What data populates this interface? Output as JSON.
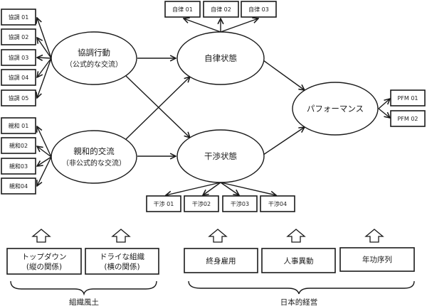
{
  "constructs": {
    "kyocho": {
      "title": "協調行動",
      "subtitle": "（公式的な交流）"
    },
    "shinwa": {
      "title": "親和的交流",
      "subtitle": "（非公式的な交流）"
    },
    "jiritsu": {
      "title": "自律状態"
    },
    "kansho": {
      "title": "干渉状態"
    },
    "performance": {
      "title": "パフォーマンス"
    }
  },
  "indicators": {
    "kyocho": [
      "協調 01",
      "協調 02",
      "協調 03",
      "協調 04",
      "協調 05"
    ],
    "shinwa": [
      "親和 01",
      "親和02",
      "親和03",
      "親和04"
    ],
    "jiritsu": [
      "自律 01",
      "自律 02",
      "自律 03"
    ],
    "kansho": [
      "干渉 01",
      "干渉02",
      "干渉03",
      "干渉04"
    ],
    "performance": [
      "PFM 01",
      "PFM 02"
    ]
  },
  "factors": {
    "soshiki": {
      "items": [
        {
          "line1": "トップダウン",
          "line2": "(縦の関係)"
        },
        {
          "line1": "ドライな組織",
          "line2": "(横の関係)"
        }
      ],
      "group_label": "組織風土"
    },
    "nihon": {
      "items": [
        {
          "line1": "終身雇用"
        },
        {
          "line1": "人事異動"
        },
        {
          "line1": "年功序列"
        }
      ],
      "group_label": "日本的経営"
    }
  }
}
